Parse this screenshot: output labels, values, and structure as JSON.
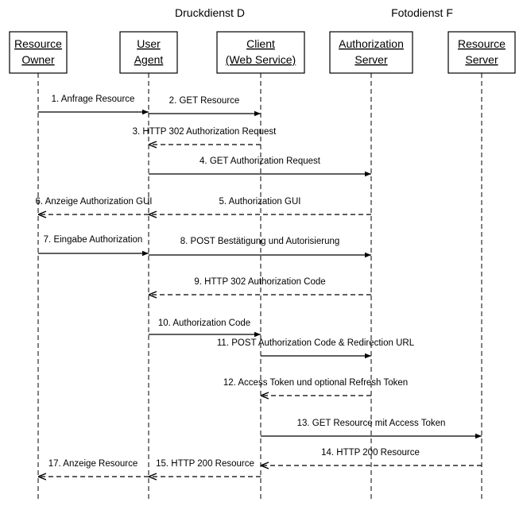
{
  "groups": [
    {
      "id": "druckdienst",
      "label": "Druckdienst D"
    },
    {
      "id": "fotodienst",
      "label": "Fotodienst F"
    }
  ],
  "participants": [
    {
      "id": "resource-owner",
      "lines": [
        "Resource",
        "Owner"
      ]
    },
    {
      "id": "user-agent",
      "lines": [
        "User",
        "Agent"
      ]
    },
    {
      "id": "client",
      "lines": [
        "Client",
        "(Web Service)"
      ]
    },
    {
      "id": "authorization-server",
      "lines": [
        "Authorization",
        "Server"
      ]
    },
    {
      "id": "resource-server",
      "lines": [
        "Resource",
        "Server"
      ]
    }
  ],
  "messages": [
    {
      "id": "m1",
      "label": "1. Anfrage Resource",
      "from": "resource-owner",
      "to": "user-agent",
      "style": "solid",
      "head": "filled"
    },
    {
      "id": "m2",
      "label": "2. GET Resource",
      "from": "user-agent",
      "to": "client",
      "style": "solid",
      "head": "filled"
    },
    {
      "id": "m3",
      "label": "3. HTTP 302 Authorization Request",
      "from": "client",
      "to": "user-agent",
      "style": "dashed",
      "head": "open"
    },
    {
      "id": "m4",
      "label": "4. GET Authorization Request",
      "from": "user-agent",
      "to": "authorization-server",
      "style": "solid",
      "head": "filled"
    },
    {
      "id": "m5",
      "label": "5. Authorization GUI",
      "from": "authorization-server",
      "to": "user-agent",
      "style": "dashed",
      "head": "open"
    },
    {
      "id": "m6",
      "label": "6. Anzeige Authorization GUI",
      "from": "user-agent",
      "to": "resource-owner",
      "style": "dashed",
      "head": "open"
    },
    {
      "id": "m7",
      "label": "7. Eingabe Authorization",
      "from": "resource-owner",
      "to": "user-agent",
      "style": "solid",
      "head": "filled"
    },
    {
      "id": "m8",
      "label": "8. POST Bestätigung und Autorisierung",
      "from": "user-agent",
      "to": "authorization-server",
      "style": "solid",
      "head": "filled"
    },
    {
      "id": "m9",
      "label": "9. HTTP 302 Authorization Code",
      "from": "authorization-server",
      "to": "user-agent",
      "style": "dashed",
      "head": "open"
    },
    {
      "id": "m10",
      "label": "10. Authorization Code",
      "from": "user-agent",
      "to": "client",
      "style": "solid",
      "head": "filled"
    },
    {
      "id": "m11",
      "label": "11. POST Authorization Code & Redirection URL",
      "from": "client",
      "to": "authorization-server",
      "style": "solid",
      "head": "filled"
    },
    {
      "id": "m12",
      "label": "12. Access Token und optional Refresh Token",
      "from": "authorization-server",
      "to": "client",
      "style": "dashed",
      "head": "open"
    },
    {
      "id": "m13",
      "label": "13. GET Resource mit Access Token",
      "from": "client",
      "to": "resource-server",
      "style": "solid",
      "head": "filled"
    },
    {
      "id": "m14",
      "label": "14. HTTP 200 Resource",
      "from": "resource-server",
      "to": "client",
      "style": "dashed",
      "head": "open"
    },
    {
      "id": "m15",
      "label": "15. HTTP 200 Resource",
      "from": "client",
      "to": "user-agent",
      "style": "dashed",
      "head": "open"
    },
    {
      "id": "m17",
      "label": "17. Anzeige Resource",
      "from": "user-agent",
      "to": "resource-owner",
      "style": "dashed",
      "head": "open"
    }
  ]
}
